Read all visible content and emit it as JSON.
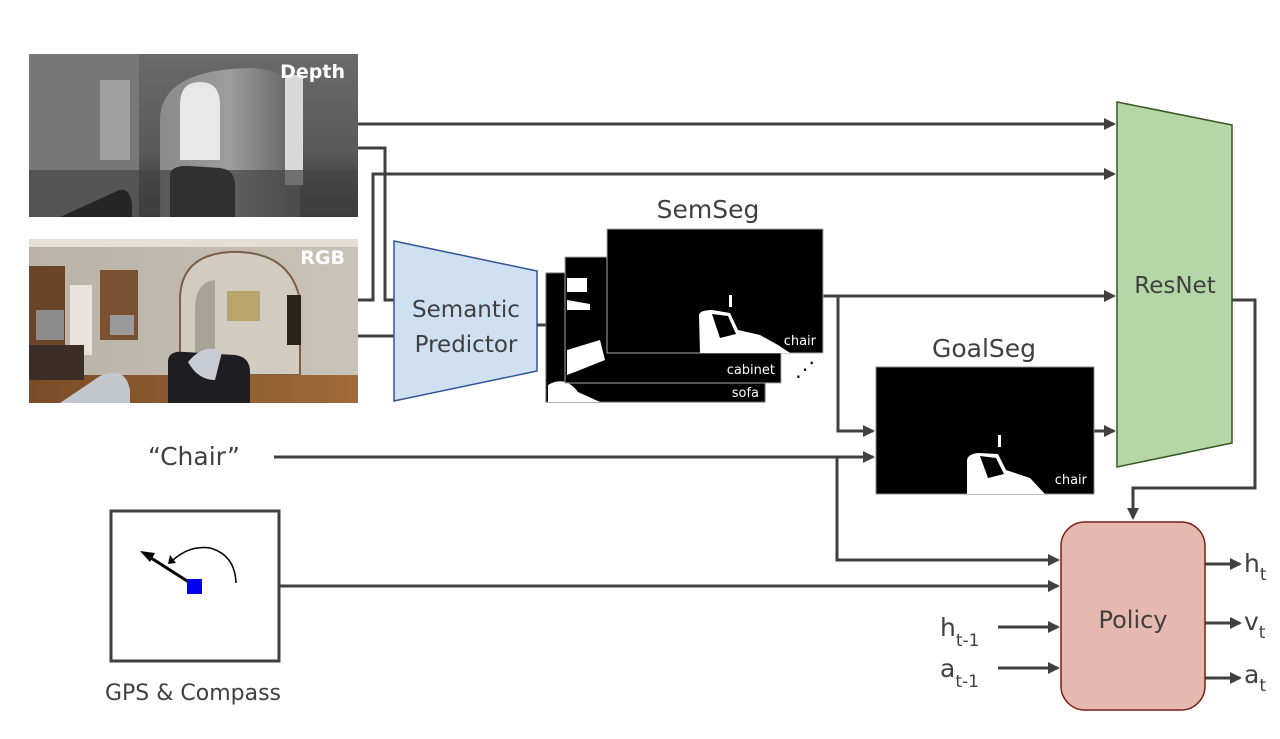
{
  "diagram": {
    "inputs": {
      "depth": {
        "label": "Depth"
      },
      "rgb": {
        "label": "RGB"
      },
      "goal_text": {
        "label": "“Chair”"
      },
      "gps": {
        "label": "GPS & Compass",
        "marker_color": "#0000ee"
      }
    },
    "modules": {
      "semantic_predictor": {
        "line1": "Semantic",
        "line2": "Predictor",
        "fill": "#cfe0f3",
        "stroke": "#2f5597"
      },
      "resnet": {
        "label": "ResNet",
        "fill": "#b5d7a8",
        "stroke": "#385723"
      },
      "policy": {
        "label": "Policy",
        "fill": "#e6b9b0",
        "stroke": "#7b1f12"
      }
    },
    "semseg": {
      "title": "SemSeg",
      "layers": [
        "chair",
        "cabinet",
        "sofa"
      ],
      "ellipsis": "⋰"
    },
    "goalseg": {
      "title": "GoalSeg",
      "layer": "chair"
    },
    "recurrent_inputs": [
      {
        "base": "h",
        "sub": "t-1"
      },
      {
        "base": "a",
        "sub": "t-1"
      }
    ],
    "outputs": [
      {
        "base": "h",
        "sub": "t"
      },
      {
        "base": "v",
        "sub": "t"
      },
      {
        "base": "a",
        "sub": "t"
      }
    ]
  }
}
